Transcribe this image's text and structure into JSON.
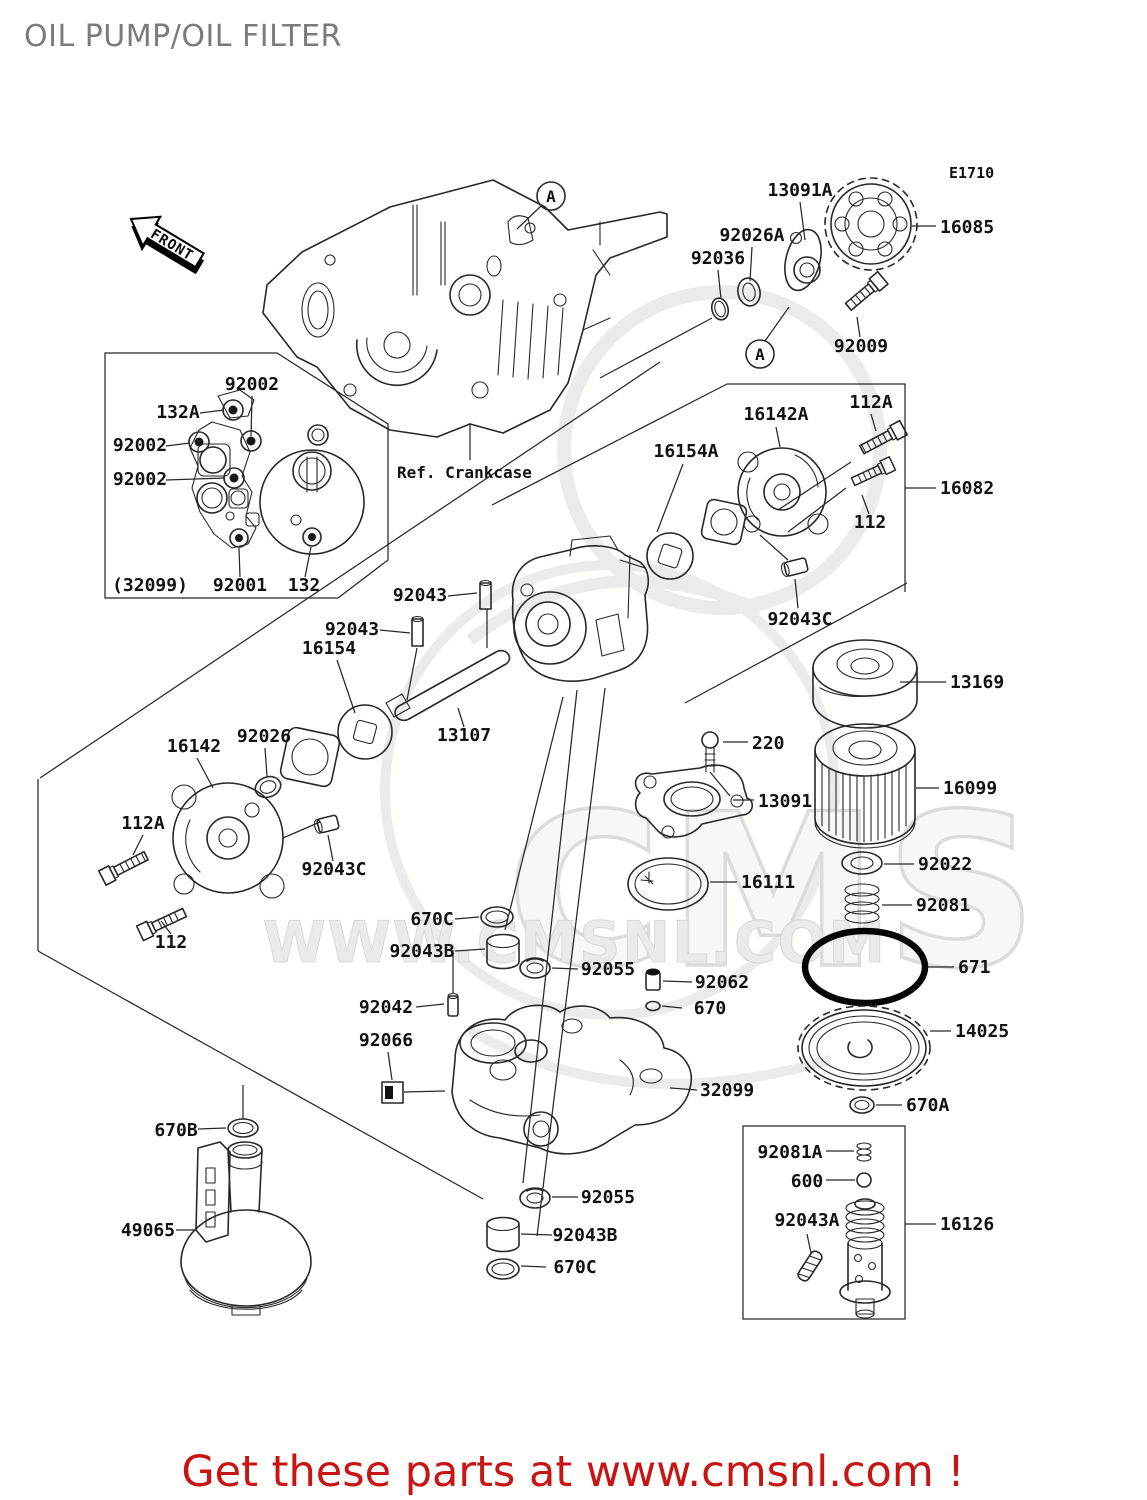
{
  "page": {
    "title": "OIL PUMP/OIL FILTER",
    "footer_link": "Get these parts at www.cmsnl.com !",
    "front_label": "FRONT",
    "ref_crankcase": "Ref. Crankcase",
    "detail_marker": "A",
    "watermark": {
      "brand": "CMS",
      "url": "WWW.CMSNL.COM"
    },
    "colors": {
      "label": "#121212",
      "line": "#282828",
      "title_gray": "#7b7b7b",
      "footer_red": "#c81414",
      "watermark_gray": "#e5e5e5"
    }
  },
  "parts": {
    "pE1710": "E1710",
    "p13091A": "13091A",
    "p16085": "16085",
    "p92026A": "92026A",
    "p92036": "92036",
    "p92009": "92009",
    "p92002_1": "92002",
    "p132A": "132A",
    "p92002_2": "92002",
    "p92002_3": "92002",
    "p32099_paren": "(32099)",
    "p92001": "92001",
    "p132": "132",
    "p16154A": "16154A",
    "p16142A": "16142A",
    "p112A_r": "112A",
    "p16082": "16082",
    "p112_r": "112",
    "p92043C_r": "92043C",
    "p13169": "13169",
    "p16099": "16099",
    "p92022": "92022",
    "p92081": "92081",
    "p220": "220",
    "p13091": "13091",
    "p16111": "16111",
    "p671": "671",
    "p14025": "14025",
    "p670A": "670A",
    "p92043_1": "92043",
    "p92043_2": "92043",
    "p16154": "16154",
    "p13107": "13107",
    "p92026": "92026",
    "p16142": "16142",
    "p112A_l": "112A",
    "p92043C_l": "92043C",
    "p112_l": "112",
    "p670C_1": "670C",
    "p92043B_1": "92043B",
    "p92055_1": "92055",
    "p92062": "92062",
    "p670": "670",
    "p92042": "92042",
    "p92066": "92066",
    "p32099": "32099",
    "p92055_2": "92055",
    "p92043B_2": "92043B",
    "p670C_2": "670C",
    "p670B": "670B",
    "p49065": "49065",
    "p92081A": "92081A",
    "p600": "600",
    "p92043A": "92043A",
    "p16126": "16126"
  }
}
